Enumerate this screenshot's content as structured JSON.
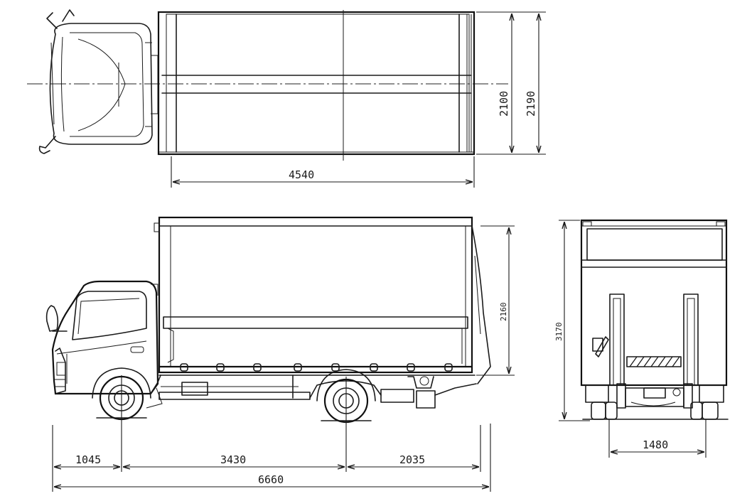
{
  "dimensions": {
    "top_body_length": "4540",
    "top_inner_width": "2100",
    "top_outer_width": "2190",
    "side_body_height": "2160",
    "side_front_overhang": "1045",
    "side_wheelbase": "3430",
    "side_rear_overhang": "2035",
    "side_overall_length": "6660",
    "rear_overall_height": "3170",
    "rear_track_width": "1480"
  }
}
